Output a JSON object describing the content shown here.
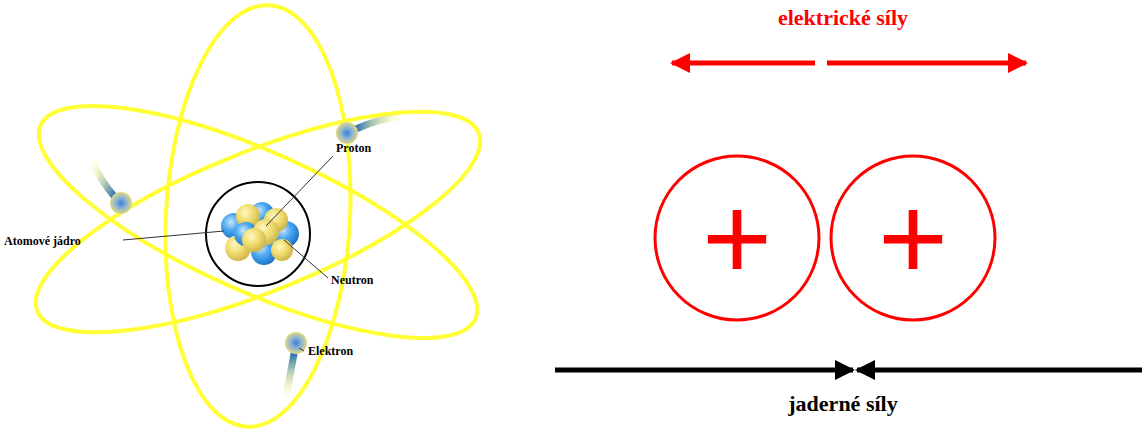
{
  "diagram": {
    "nodes": [
      {
        "text": [
          "+"
        ]
      },
      {
        "text": [
          "+"
        ]
      }
    ],
    "labels": [
      "elektrické síly",
      "Proton",
      "Atomové jádro",
      "Neutron",
      "Elektron",
      "jaderné síly"
    ]
  }
}
